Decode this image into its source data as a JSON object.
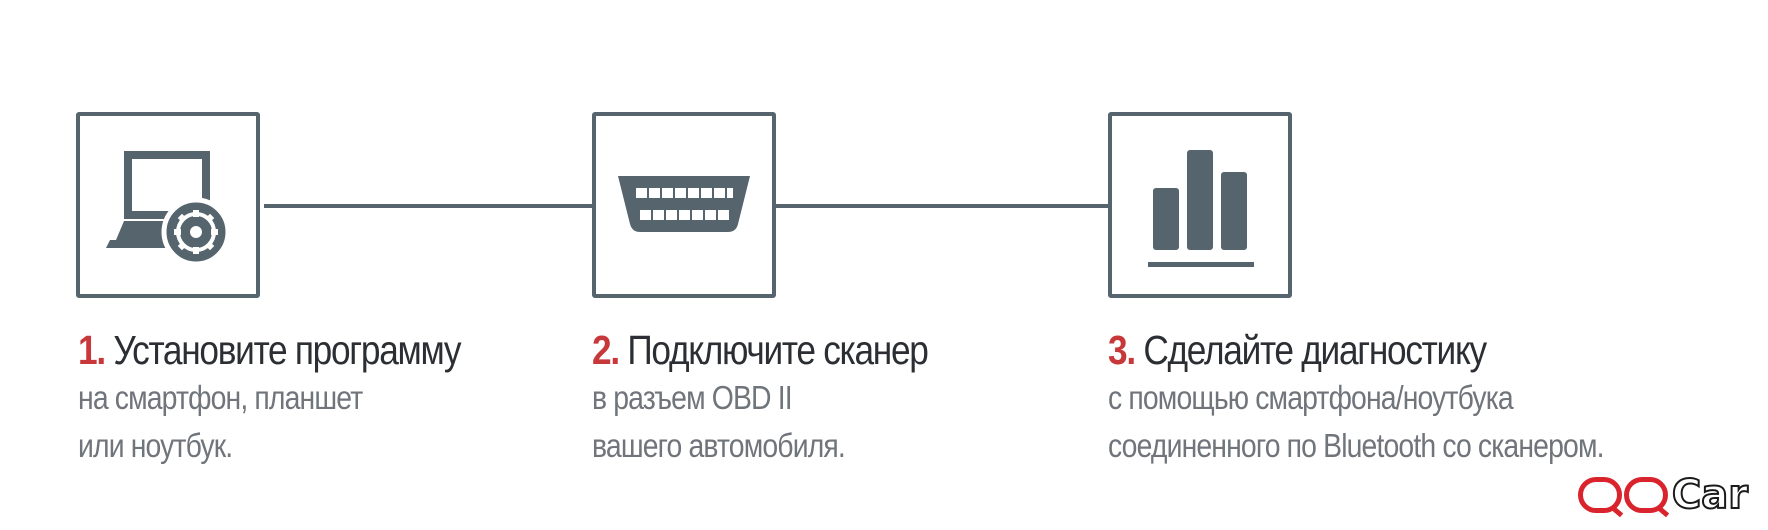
{
  "steps": [
    {
      "number": "1.",
      "title": "Установите программу",
      "lines": [
        "на смартфон, планшет",
        "или ноутбук."
      ],
      "icon": "laptop-gear-icon"
    },
    {
      "number": "2.",
      "title": "Подключите сканер",
      "lines": [
        "в разъем OBD II",
        "вашего автомобиля."
      ],
      "icon": "obd-connector-icon"
    },
    {
      "number": "3.",
      "title": "Сделайте диагностику",
      "lines": [
        "с помощью смартфона/ноутбука",
        "соединенного по Bluetooth со сканером."
      ],
      "icon": "bar-chart-icon"
    }
  ],
  "watermark": {
    "text": "QQCar"
  },
  "colors": {
    "icon": "#56646e",
    "accent": "#c8383a",
    "title": "#2b2f33",
    "subtitle": "#6f757b"
  }
}
